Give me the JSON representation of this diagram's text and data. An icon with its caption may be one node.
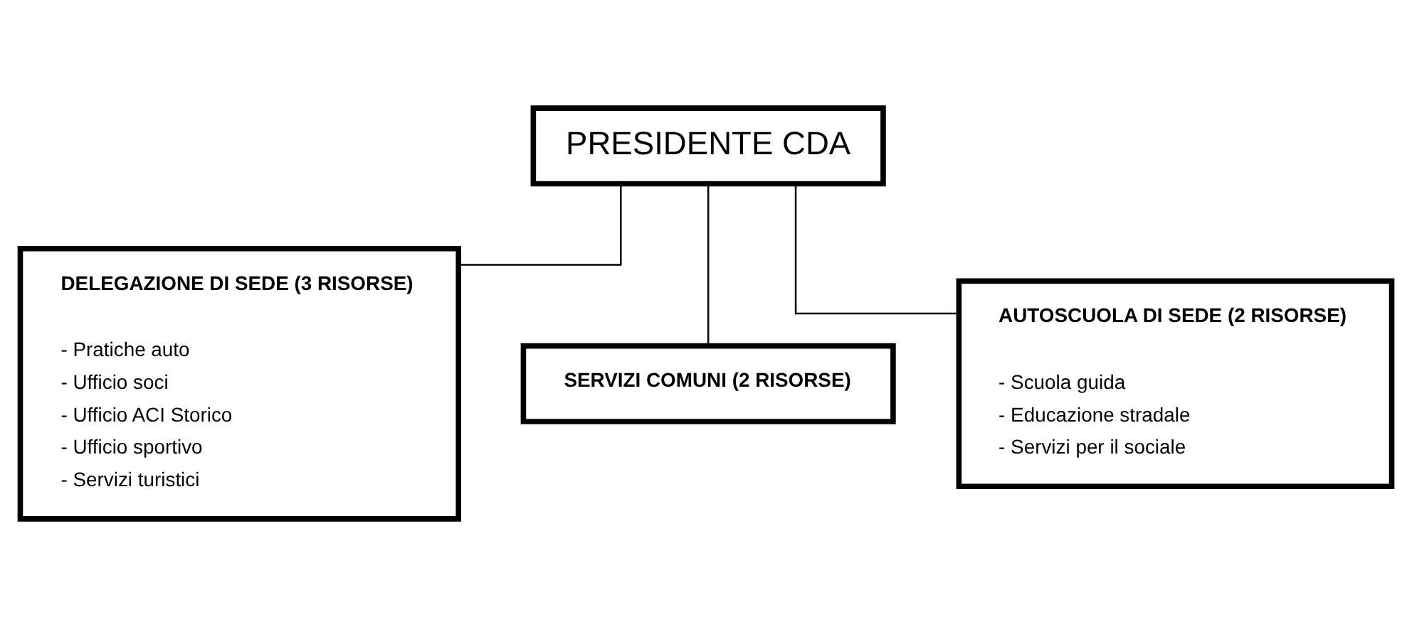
{
  "diagram": {
    "nodes": [
      {
        "text": [
          "PRESIDENTE CDA"
        ]
      },
      {
        "text": [
          "DELEGAZIONE DI SEDE (3 RISORSE)",
          "- Pratiche auto",
          "- Ufficio soci",
          "- Ufficio ACI Storico",
          "- Ufficio sportivo",
          "- Servizi turistici"
        ]
      },
      {
        "text": [
          "SERVIZI COMUNI (2 RISORSE)"
        ]
      },
      {
        "text": [
          "AUTOSCUOLA DI SEDE (2 RISORSE)",
          "- Scuola guida",
          "- Educazione stradale",
          "- Servizi per il sociale"
        ]
      }
    ],
    "edges": [
      {
        "from": 0,
        "to": 1,
        "arrow": "none"
      },
      {
        "from": 0,
        "to": 2,
        "arrow": "none"
      },
      {
        "from": 0,
        "to": 3,
        "arrow": "none"
      }
    ]
  }
}
